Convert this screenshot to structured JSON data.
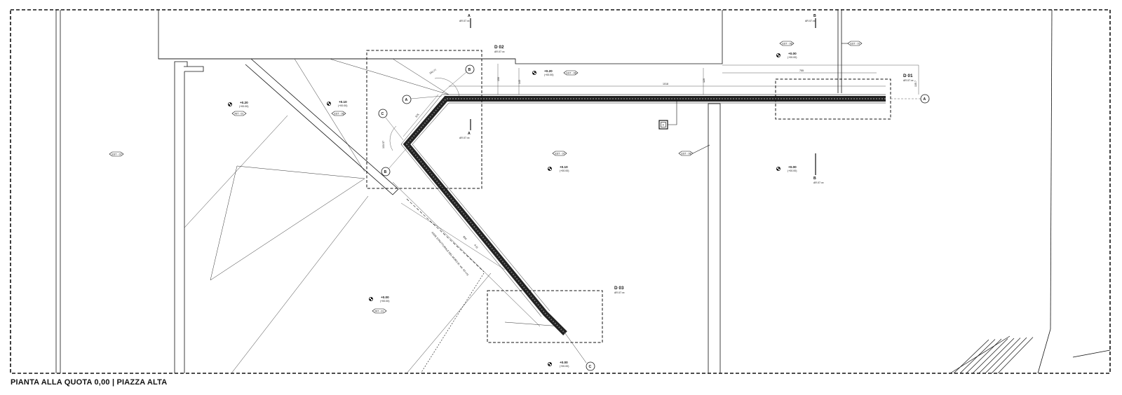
{
  "caption": "PIANTA ALLA QUOTA 0,00 | PIAZZA ALTA",
  "details": [
    {
      "id": "D 01",
      "sheet": "AR.07.xx"
    },
    {
      "id": "D 02",
      "sheet": "AR.07.xx"
    },
    {
      "id": "D 03",
      "sheet": "AR.07.xx"
    }
  ],
  "section_markers": [
    {
      "letter": "A",
      "sheet": "AR.07.xx"
    },
    {
      "letter": "A",
      "sheet": "AR.07.xx"
    },
    {
      "letter": "B",
      "sheet": "AR.07.xx"
    },
    {
      "letter": "B",
      "sheet": "AR.07.xx"
    }
  ],
  "axis_labels": [
    "A",
    "A",
    "B",
    "B",
    "C",
    "C"
  ],
  "elevations": [
    {
      "value": "+0.20",
      "note": "(+00.00)"
    },
    {
      "value": "+0.10",
      "note": "(+00.00)"
    },
    {
      "value": "+0.20",
      "note": "(+00.00)"
    },
    {
      "value": "+0.00",
      "note": "(+00.00)"
    },
    {
      "value": "+0.10",
      "note": "(+00.00)"
    },
    {
      "value": "+0.00",
      "note": "(+00.00)"
    },
    {
      "value": "+0.00",
      "note": "(+00.00)"
    },
    {
      "value": "+0.00",
      "note": "(+00.00)"
    }
  ],
  "material_tags": [
    "INT - 01",
    "EST - 06",
    "EST - 07",
    "EST - 07",
    "EST - 06",
    "EST - 06",
    "EST - 08",
    "EST - 07",
    "INT - 01"
  ],
  "dimensions": [
    "150",
    "145",
    "1018",
    "120",
    "755",
    "575",
    "900",
    "4.11",
    "133.57",
    "150.77",
    "135.7"
  ],
  "wall_note": "ASSE STRUTTURALE DEL MURO (h. var. 40 cm)",
  "icon_label": "H"
}
